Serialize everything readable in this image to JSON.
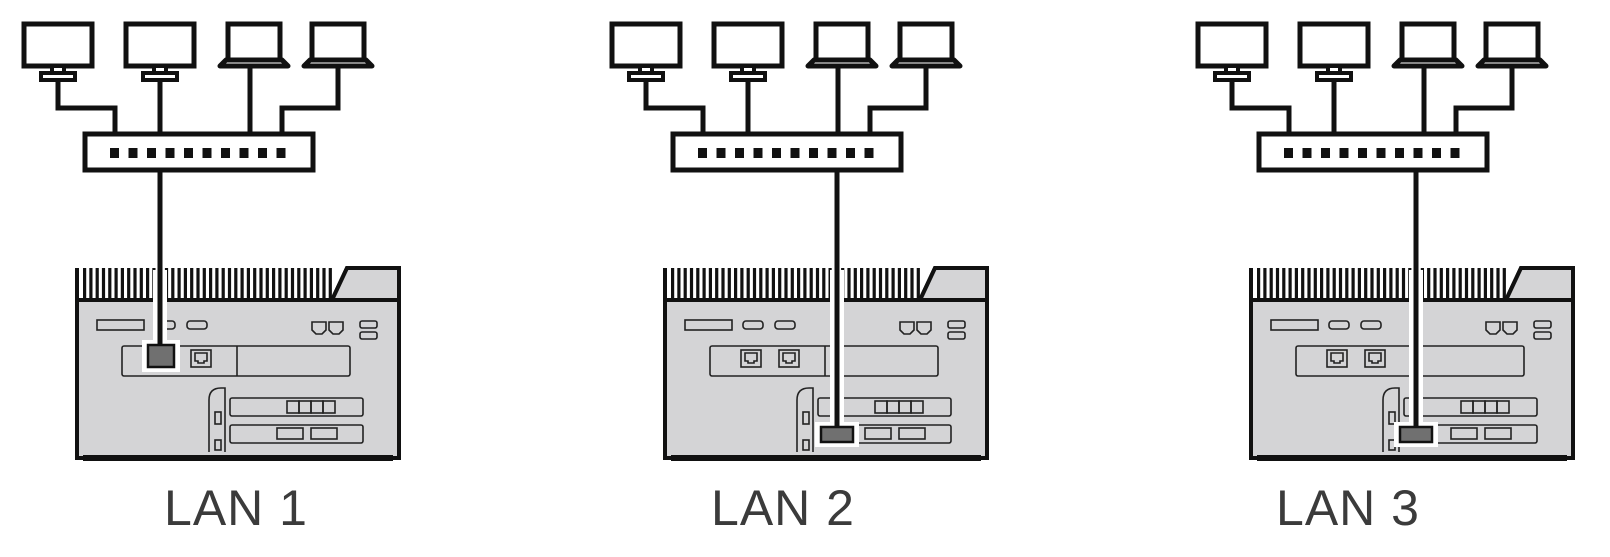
{
  "panels": [
    {
      "id": "lan1",
      "caption": "LAN 1",
      "port": "lan1"
    },
    {
      "id": "lan2",
      "caption": "LAN 2",
      "port": "lan2"
    },
    {
      "id": "lan3",
      "caption": "LAN 3",
      "port": "lan3"
    }
  ],
  "devices_per_switch": [
    "desktop-monitor",
    "desktop-monitor",
    "laptop",
    "laptop"
  ],
  "switch_port_count": 10,
  "colors": {
    "line": "#111111",
    "chassis": "#d4d4d6",
    "port_active": "#707070",
    "caption": "#3b3b3b"
  }
}
